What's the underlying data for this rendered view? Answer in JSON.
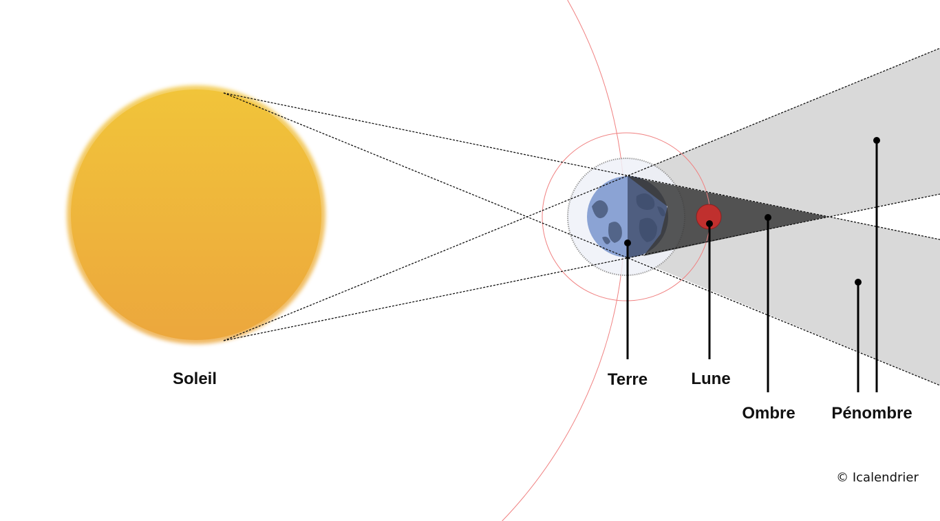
{
  "labels": {
    "sun": "Soleil",
    "earth": "Terre",
    "moon": "Lune",
    "umbra": "Ombre",
    "penumbra": "Pénombre"
  },
  "credit": "© Icalendrier",
  "colors": {
    "sun_top": "#f1c43a",
    "sun_bottom": "#eca73d",
    "earth_day": "#8ba3d4",
    "earth_night": "#4f5e80",
    "moon": "#c0302e",
    "umbra": "#4a4a4a",
    "penumbra": "#d9d9d9",
    "orbit": "#f08080"
  }
}
